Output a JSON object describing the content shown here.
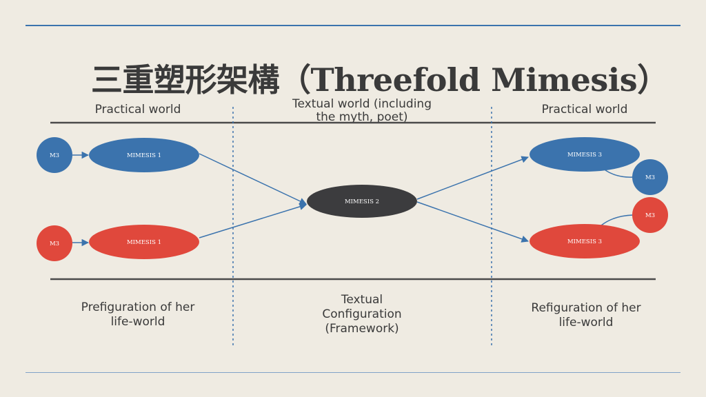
{
  "title": "三重塑形架構（Threefold Mimesis）",
  "columns": {
    "left_header": "Practical world",
    "center_header": "Textual world (including the myth, poet)",
    "right_header": "Practical world",
    "left_footer": "Prefiguration of her life-world",
    "center_footer": "Textual Configuration (Framework)",
    "right_footer": "Refiguration of her life-world"
  },
  "nodes": {
    "m3_left_blue": "M3",
    "m3_left_red": "M3",
    "mimesis1_blue": "MIMESIS 1",
    "mimesis1_red": "MIMESIS 1",
    "mimesis2": "MIMESIS 2",
    "mimesis3_blue": "MIMESIS 3",
    "mimesis3_red": "MIMESIS 3",
    "m3_right_blue": "M3",
    "m3_right_red": "M3"
  },
  "colors": {
    "blue": "#3b73ad",
    "red": "#e0483c",
    "dark": "#3c3c3e",
    "text": "#3a3a3a",
    "background": "#efebe2"
  }
}
